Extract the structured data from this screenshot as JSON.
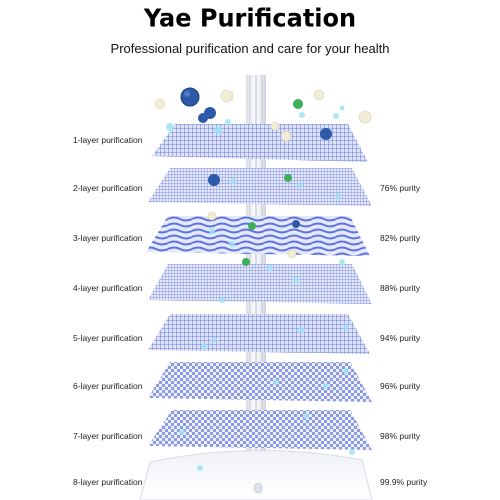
{
  "header": {
    "title": "Yae Purification",
    "subtitle": "Professional purification and care for your health"
  },
  "layers": [
    {
      "label": "1-layer purification",
      "purity": ""
    },
    {
      "label": "2-layer purification",
      "purity": "76% purity"
    },
    {
      "label": "3-layer purification",
      "purity": "82% purity"
    },
    {
      "label": "4-layer purification",
      "purity": "88% purity"
    },
    {
      "label": "5-layer purification",
      "purity": "94% purity"
    },
    {
      "label": "6-layer purification",
      "purity": "96% purity"
    },
    {
      "label": "7-layer purification",
      "purity": "98% purity"
    },
    {
      "label": "8-layer purification",
      "purity": "99.9% purity"
    }
  ],
  "colors": {
    "mesh": "#7f8fe0",
    "mesh_light": "#c9d1f5",
    "water": "#9fe3f4",
    "bacteria": "#2d5aa8",
    "particle": "#f0ecd6",
    "green": "#3fae5a"
  }
}
